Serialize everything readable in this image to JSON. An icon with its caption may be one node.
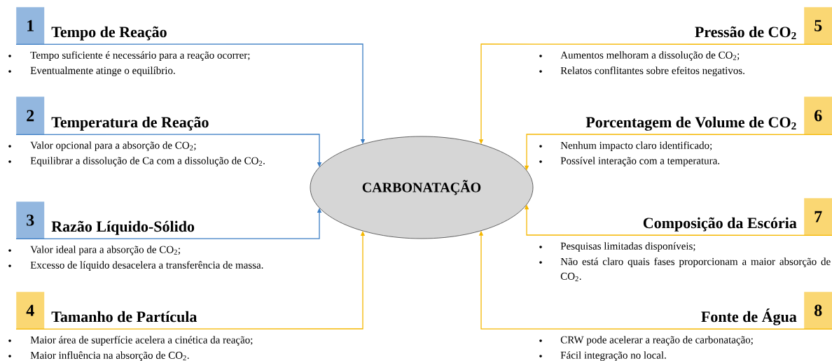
{
  "diagram": {
    "nodes": [
      {
        "text": [
          "CARBONATAÇÃO"
        ]
      },
      {
        "text": [
          "1",
          "Tempo de Reação"
        ],
        "beside": [
          "Tempo suficiente é necessário para a reação ocorrer;",
          "Eventualmente atinge o equilíbrio."
        ]
      },
      {
        "text": [
          "2",
          "Temperatura de Reação"
        ],
        "beside": [
          "Valor opcional para a absorção de CO$_{2}$;",
          "Equilibrar a dissolução de Ca com a dissolução de CO$_{2}$."
        ]
      },
      {
        "text": [
          "3",
          "Razão Líquido-Sólido"
        ],
        "beside": [
          "Valor ideal para a absorção de CO$_{2}$;",
          "Excesso de líquido desacelera a transferência de massa."
        ]
      },
      {
        "text": [
          "4",
          "Tamanho de Partícula"
        ],
        "beside": [
          "Maior área de superfície acelera a cinética da reação;",
          "Maior influência na absorção de CO$_{2}$."
        ]
      },
      {
        "text": [
          "Pressão de CO$_{2}$",
          "5"
        ],
        "beside": [
          "Aumentos melhoram a dissolução de CO$_{2}$;",
          "Relatos conflitantes sobre efeitos negativos."
        ]
      },
      {
        "text": [
          "Porcentagem de Volume de CO$_{2}$",
          "6"
        ],
        "beside": [
          "Nenhum impacto claro identificado;",
          "Possível interação com a temperatura."
        ]
      },
      {
        "text": [
          "Composição da Escória",
          "7"
        ],
        "beside": [
          "Pesquisas limitadas disponíveis;",
          "Não está claro quais fases proporcionam a maior absorção de CO$_{2}$."
        ]
      },
      {
        "text": [
          "Fonte de Água",
          "8"
        ],
        "beside": [
          "CRW pode acelerar a reação de carbonatação;",
          "Fácil integração no local."
        ]
      }
    ],
    "edges": [
      {
        "from": 1,
        "to": 0,
        "arrow": "to",
        "color": "#3b7dc4"
      },
      {
        "from": 2,
        "to": 0,
        "arrow": "to",
        "color": "#3b7dc4"
      },
      {
        "from": 3,
        "to": 0,
        "arrow": "to",
        "color": "#3b7dc4"
      },
      {
        "from": 4,
        "to": 0,
        "arrow": "to"
      },
      {
        "from": 5,
        "to": 0,
        "arrow": "to"
      },
      {
        "from": 6,
        "to": 0,
        "arrow": "to"
      },
      {
        "from": 7,
        "to": 0,
        "arrow": "to"
      },
      {
        "from": 8,
        "to": 0,
        "arrow": "to"
      }
    ]
  }
}
